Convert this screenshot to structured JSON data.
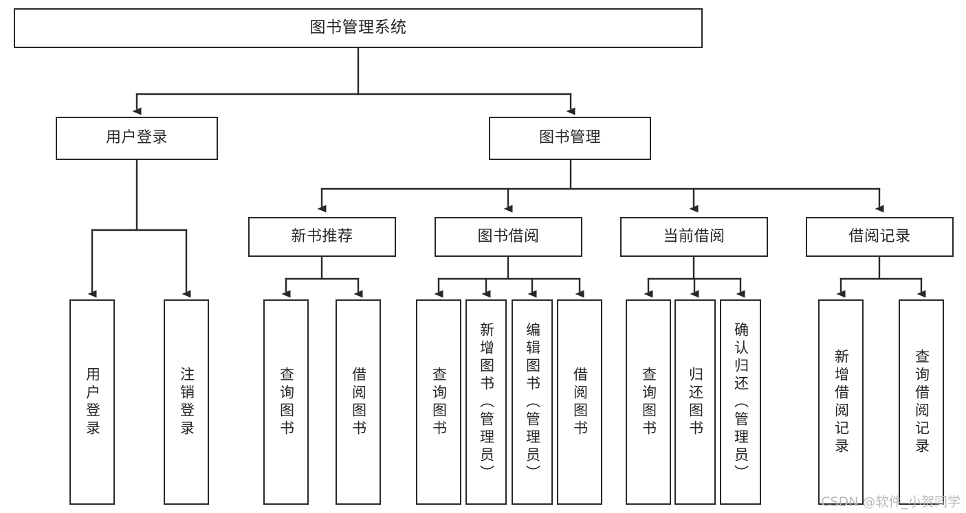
{
  "diagram": {
    "type": "tree-hierarchy",
    "title": "图书管理系统",
    "colors": {
      "background": "#ffffff",
      "box_border": "#26282b",
      "box_fill": "#ffffff",
      "connector": "#26282b",
      "text": "#262626",
      "watermark": "#b9b9b9"
    },
    "root": {
      "label": "图书管理系统"
    },
    "level2": [
      {
        "id": "user-login",
        "label": "用户登录"
      },
      {
        "id": "book-manage",
        "label": "图书管理"
      }
    ],
    "level3": [
      {
        "id": "new-book-recommend",
        "label": "新书推荐",
        "parent": "book-manage"
      },
      {
        "id": "book-borrow",
        "label": "图书借阅",
        "parent": "book-manage"
      },
      {
        "id": "current-borrow",
        "label": "当前借阅",
        "parent": "book-manage"
      },
      {
        "id": "borrow-record",
        "label": "借阅记录",
        "parent": "book-manage"
      }
    ],
    "leaves": {
      "user-login": [
        {
          "id": "leaf-user-login",
          "label": "用户登录"
        },
        {
          "id": "leaf-user-logout",
          "label": "注销登录"
        }
      ],
      "new-book-recommend": [
        {
          "id": "leaf-query-book-1",
          "label": "查询图书"
        },
        {
          "id": "leaf-borrow-book-1",
          "label": "借阅图书"
        }
      ],
      "book-borrow": [
        {
          "id": "leaf-query-book-2",
          "label": "查询图书"
        },
        {
          "id": "leaf-add-book",
          "label": "新增图书（管理员）"
        },
        {
          "id": "leaf-edit-book",
          "label": "编辑图书（管理员）"
        },
        {
          "id": "leaf-borrow-book-2",
          "label": "借阅图书"
        }
      ],
      "current-borrow": [
        {
          "id": "leaf-query-book-3",
          "label": "查询图书"
        },
        {
          "id": "leaf-return-book",
          "label": "归还图书"
        },
        {
          "id": "leaf-confirm-return",
          "label": "确认归还（管理员）"
        }
      ],
      "borrow-record": [
        {
          "id": "leaf-add-record",
          "label": "新增借阅记录"
        },
        {
          "id": "leaf-query-record",
          "label": "查询借阅记录"
        }
      ]
    }
  },
  "watermark": {
    "text": "CSDN @软件_小贺同学"
  }
}
